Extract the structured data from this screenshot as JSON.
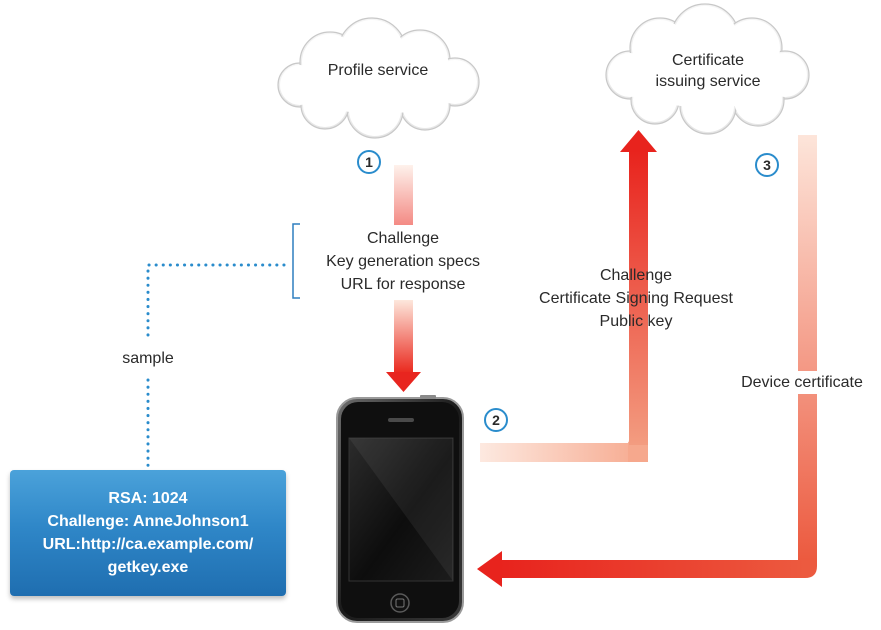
{
  "nodes": {
    "profile_service": "Profile service",
    "certificate_issuing_service": [
      "Certificate",
      "issuing service"
    ]
  },
  "steps": [
    "1",
    "2",
    "3"
  ],
  "messages": {
    "step1": [
      "Challenge",
      "Key generation specs",
      "URL for response"
    ],
    "step2": [
      "Challenge",
      "Certificate Signing Request",
      "Public key"
    ],
    "step3": "Device certificate"
  },
  "sample": {
    "label": "sample",
    "lines": [
      "RSA: 1024",
      "Challenge: AnneJohnson1",
      "URL:http://ca.example.com/",
      "getkey.exe"
    ]
  },
  "colors": {
    "arrow_red": "#e8251f",
    "arrow_pale": "#fbd6c5",
    "dotted_line": "#2a8ccc",
    "bracket": "#2f7fbf",
    "sample_box": "#2f87c8"
  }
}
